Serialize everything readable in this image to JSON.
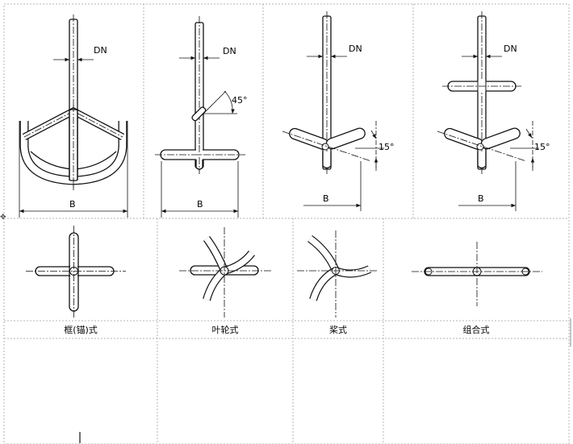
{
  "top_row": {
    "dim_dn": "DN",
    "dim_b": "B",
    "angle_45": "45°",
    "angle_15": "15°"
  },
  "captions": {
    "frame_anchor": "框(锚)式",
    "impeller": "叶轮式",
    "paddle": "桨式",
    "combined": "组合式"
  }
}
